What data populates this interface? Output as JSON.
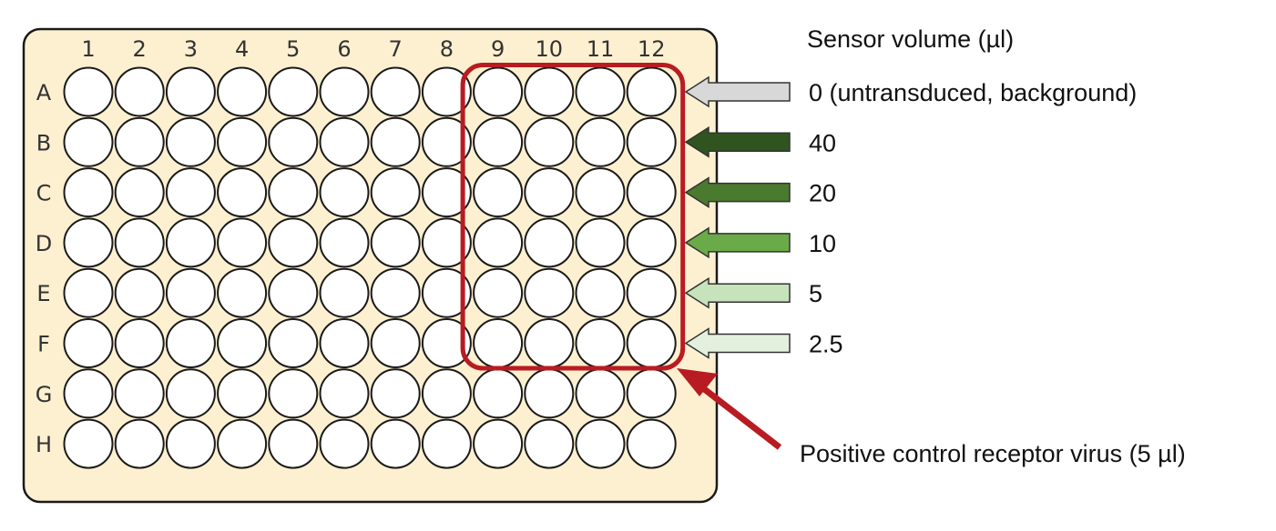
{
  "plate": {
    "columns": [
      "1",
      "2",
      "3",
      "4",
      "5",
      "6",
      "7",
      "8",
      "9",
      "10",
      "11",
      "12"
    ],
    "rows": [
      "A",
      "B",
      "C",
      "D",
      "E",
      "F",
      "G",
      "H"
    ],
    "plate_fill": "#fdf0d0",
    "plate_border": "#1a1a1a",
    "well_fill": "#ffffff",
    "well_border": "#1a1a1a",
    "highlight": {
      "color": "#b81c22",
      "column_range": [
        "9",
        "12"
      ],
      "row_range": [
        "A",
        "F"
      ]
    }
  },
  "legend": {
    "title": "Sensor volume (µl)",
    "items": [
      {
        "row": "A",
        "label": "0 (untransduced, background)",
        "color": "#d8d8d8"
      },
      {
        "row": "B",
        "label": "40",
        "color": "#2f5420"
      },
      {
        "row": "C",
        "label": "20",
        "color": "#4a7a2e"
      },
      {
        "row": "D",
        "label": "10",
        "color": "#6aaa48"
      },
      {
        "row": "E",
        "label": "5",
        "color": "#c6e3bb"
      },
      {
        "row": "F",
        "label": "2.5",
        "color": "#e3f0dd"
      }
    ]
  },
  "annotation": {
    "label": "Positive control receptor virus (5 µl)",
    "color": "#b81c22"
  }
}
